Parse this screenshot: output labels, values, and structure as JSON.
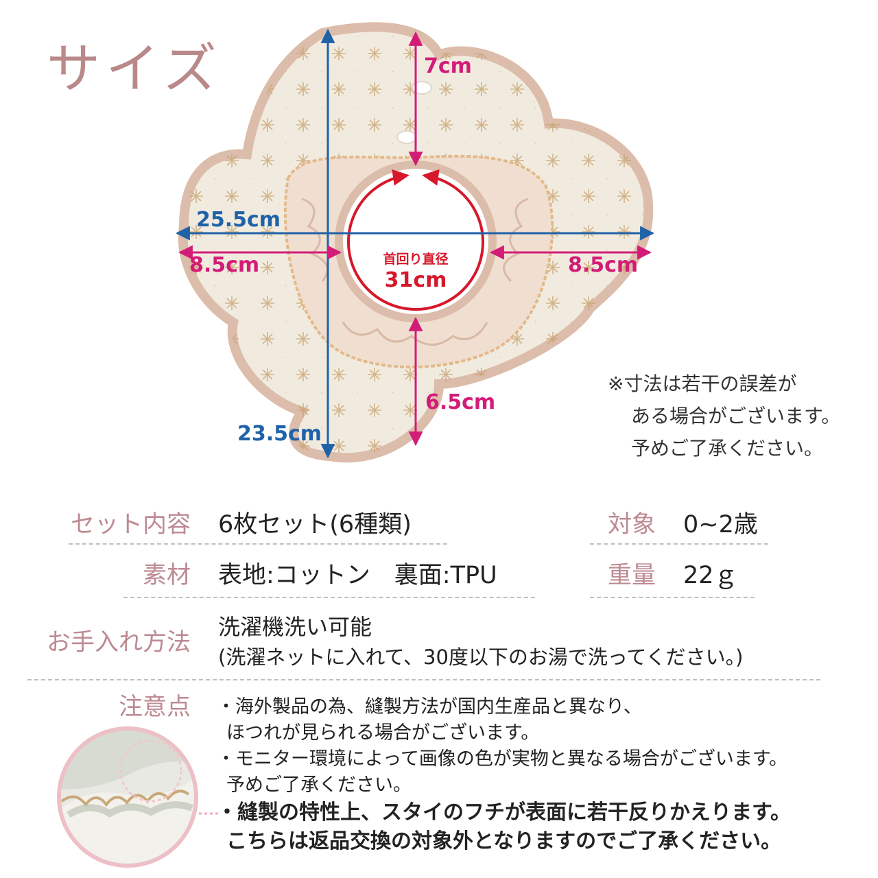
{
  "title": "サイズ",
  "dimensions": {
    "top_height": "7cm",
    "total_width": "25.5cm",
    "left_edge": "8.5cm",
    "right_edge": "8.5cm",
    "neck_label": "首回り直径",
    "neck_value": "31cm",
    "bottom_height": "6.5cm",
    "total_height": "23.5cm"
  },
  "note": {
    "line1": "※寸法は若干の誤差が",
    "line2": "ある場合がございます。",
    "line3": "予めご了承ください。"
  },
  "specs": {
    "set_label": "セット内容",
    "set_value": "6枚セット(6種類)",
    "target_label": "対象",
    "target_value": "0~2歳",
    "material_label": "素材",
    "material_value": "表地:コットン　裏面:TPU",
    "weight_label": "重量",
    "weight_value": "22ｇ",
    "care_label": "お手入れ方法",
    "care_value1": "洗濯機洗い可能",
    "care_value2": "(洗濯ネットに入れて、30度以下のお湯で洗ってください。)"
  },
  "cautions": {
    "label": "注意点",
    "items": [
      {
        "line1": "・海外製品の為、縫製方法が国内生産品と異なり、",
        "line2": "ほつれが見られる場合がございます。"
      },
      {
        "line1": "・モニター環境によって画像の色が実物と異なる場合がございます。",
        "line2": "予めご了承ください。"
      },
      {
        "line1": "・縫製の特性上、スタイのフチが表面に若干反りかえります。",
        "line2": "こちらは返品交換の対象外となりますのでご了承ください。"
      }
    ]
  },
  "colors": {
    "label_pink": "#bd8a91",
    "dimension_blue": "#1f62a8",
    "dimension_magenta": "#d31c78",
    "neck_red": "#d6182a",
    "bib_fabric": "#f2ece0",
    "bib_trim": "#dcbcaa"
  }
}
